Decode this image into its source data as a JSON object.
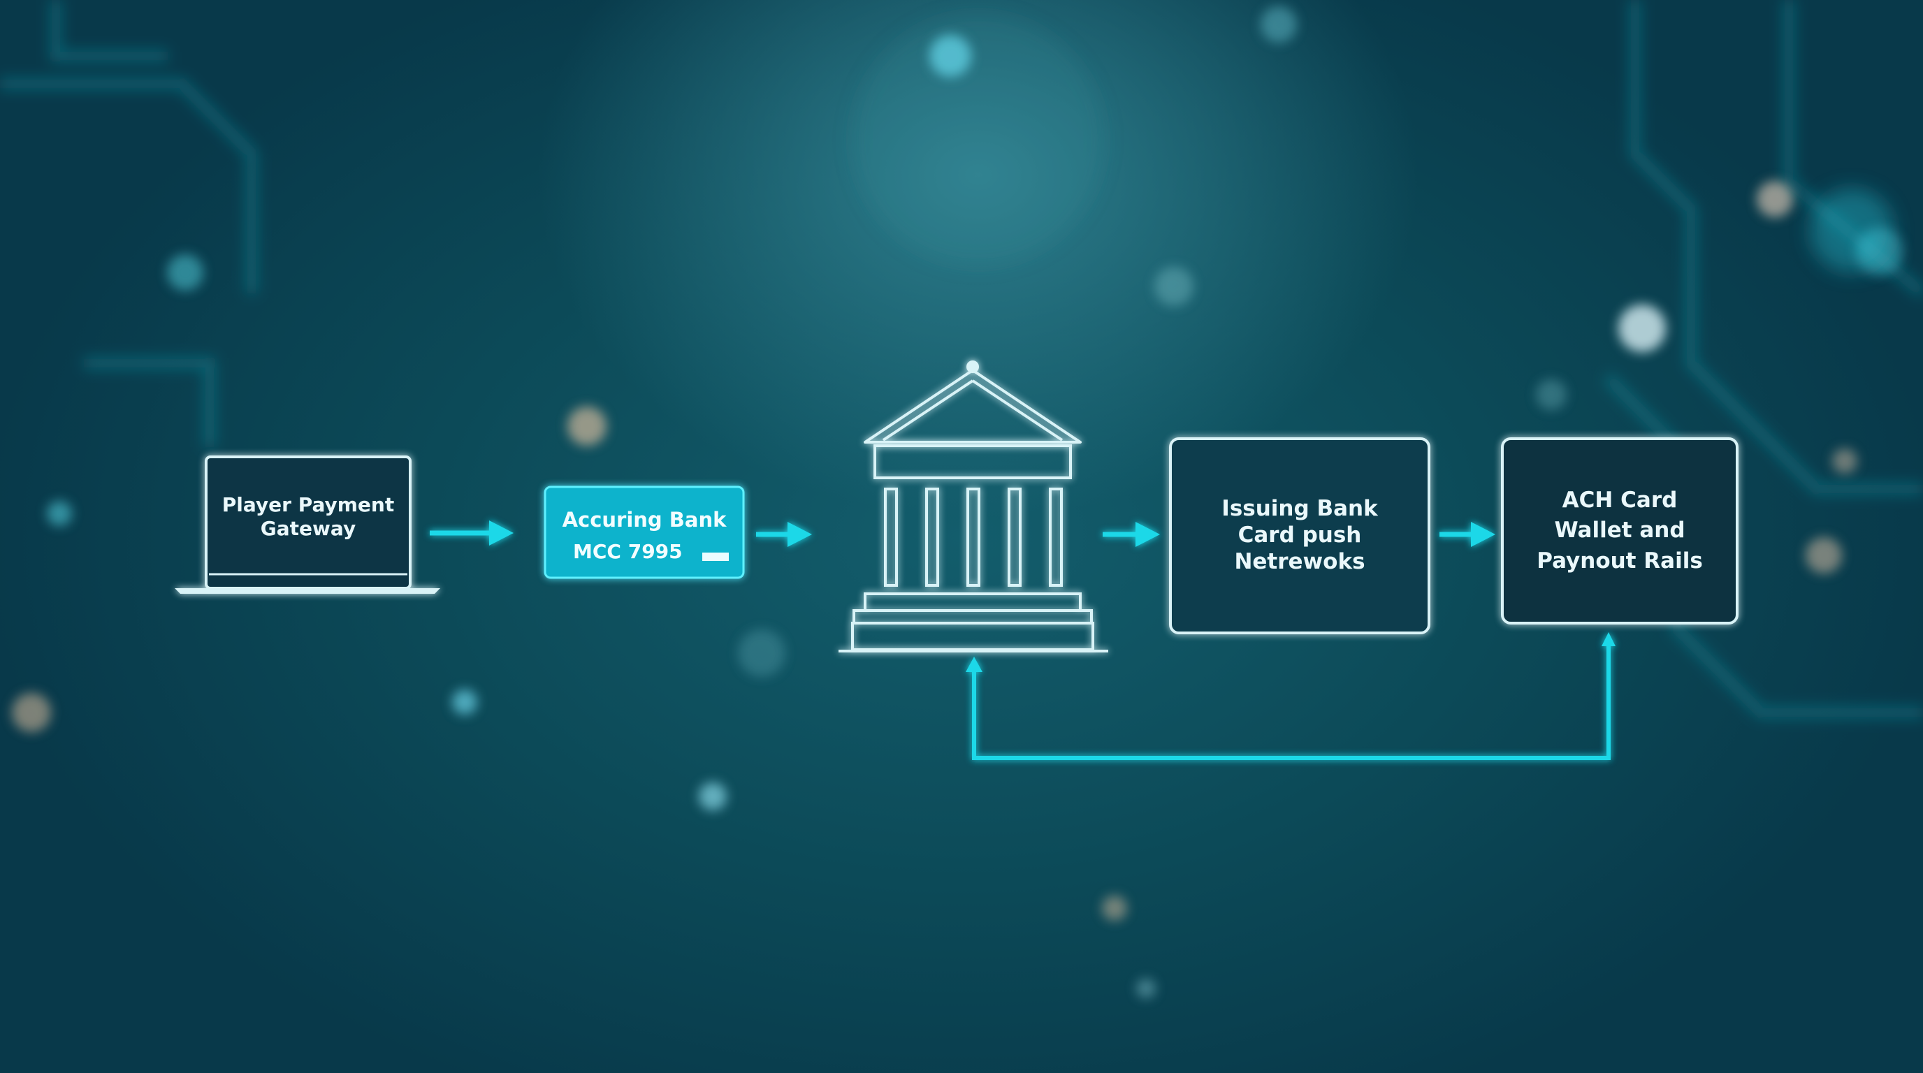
{
  "colors": {
    "accent": "#1fd8e8",
    "box_fill": "#0b3e4d",
    "box_fill_highlight": "#0fb3cc",
    "line_white": "#d9f3f7"
  },
  "icons": {
    "laptop": "laptop-icon",
    "bank": "bank-building-icon",
    "card_chip": "card-chip-icon"
  },
  "nodes": {
    "gateway": {
      "lines": [
        "Player Payment",
        "Gateway"
      ]
    },
    "acquiring": {
      "line1": "Accuring Bank",
      "line2": "MCC 7995"
    },
    "issuing": {
      "lines": [
        "Issuing Bank",
        "Card push",
        "Netrewoks"
      ]
    },
    "ach": {
      "lines": [
        "ACH Card",
        "Wallet and",
        "Paynout Rails"
      ]
    }
  }
}
